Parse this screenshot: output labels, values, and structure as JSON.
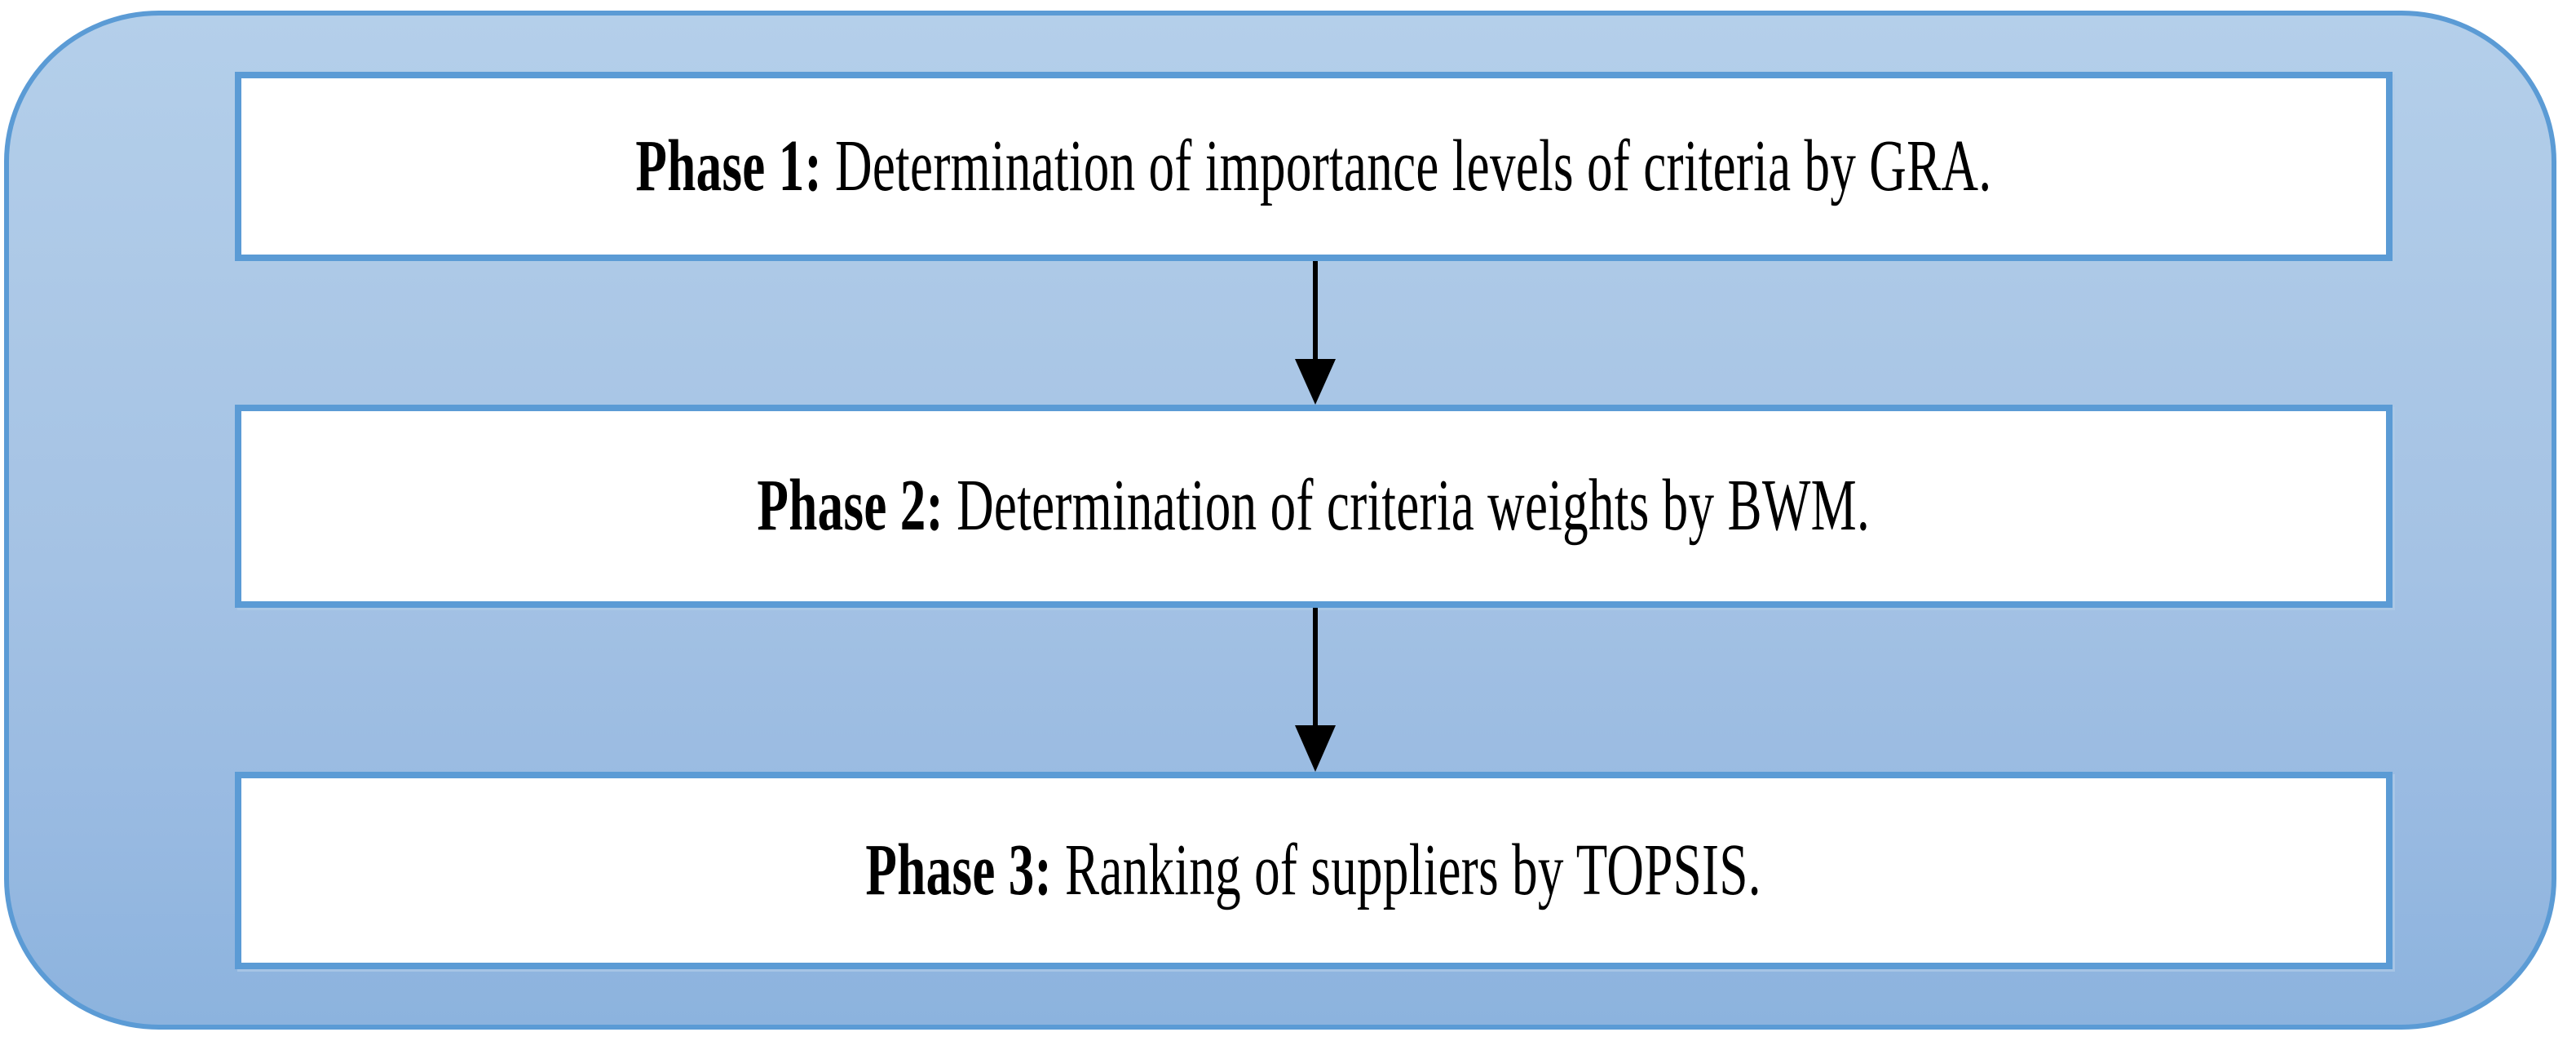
{
  "diagram": {
    "title": "Three-phase methodology flowchart",
    "panel": {
      "name": "outer-container",
      "fill_top": "#B4CFEA",
      "fill_bottom": "#8CB3DE",
      "border_color": "#5B9BD5"
    },
    "box_style": {
      "fill": "#FFFFFF",
      "border_color": "#5B9BD5",
      "text_color": "#000000"
    },
    "nodes": [
      {
        "id": "phase-1",
        "label": "Phase 1:",
        "description": " Determination of importance levels of criteria by GRA."
      },
      {
        "id": "phase-2",
        "label": "Phase 2:",
        "description": " Determination of criteria weights by BWM."
      },
      {
        "id": "phase-3",
        "label": "Phase 3:",
        "description": " Ranking of suppliers by TOPSIS."
      }
    ],
    "connectors": [
      {
        "id": "arrow-1",
        "from": "phase-1",
        "to": "phase-2",
        "direction": "down",
        "color": "#000000"
      },
      {
        "id": "arrow-2",
        "from": "phase-2",
        "to": "phase-3",
        "direction": "down",
        "color": "#000000"
      }
    ]
  }
}
